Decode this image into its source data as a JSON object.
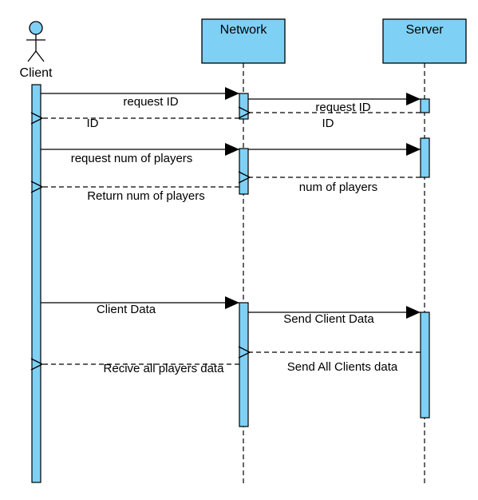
{
  "actors": {
    "client": {
      "label": "Client"
    },
    "network": {
      "label": "Network"
    },
    "server": {
      "label": "Server"
    }
  },
  "messages": {
    "request_id_1": "request ID",
    "id_return_1": "ID",
    "request_id_2": "request ID",
    "id_return_2": "ID",
    "request_num_players": "request num of players",
    "return_num_players": "Return num of players",
    "num_of_players": "num of players",
    "client_data": "Client Data",
    "send_client_data": "Send Client Data",
    "send_all_clients_data": "Send All Clients data",
    "recive_all_players_data": "Recive all players data"
  },
  "colors": {
    "box_fill": "#7fd0f5",
    "stroke": "#000000"
  }
}
